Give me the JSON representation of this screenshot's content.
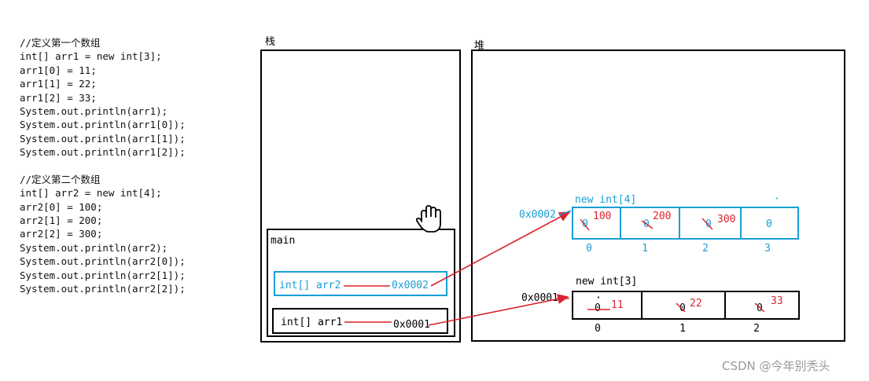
{
  "code": {
    "lines": [
      "//定义第一个数组",
      "int[] arr1 = new int[3];",
      "arr1[0] = 11;",
      "arr1[1] = 22;",
      "arr1[2] = 33;",
      "System.out.println(arr1);",
      "System.out.println(arr1[0]);",
      "System.out.println(arr1[1]);",
      "System.out.println(arr1[2]);",
      "",
      "//定义第二个数组",
      "int[] arr2 = new int[4];",
      "arr2[0] = 100;",
      "arr2[1] = 200;",
      "arr2[2] = 300;",
      "System.out.println(arr2);",
      "System.out.println(arr2[0]);",
      "System.out.println(arr2[1]);",
      "System.out.println(arr2[2]);"
    ]
  },
  "stack": {
    "title": "栈",
    "frame_label": "main",
    "var_arr2": {
      "name": "int[] arr2",
      "addr": "0x0002"
    },
    "var_arr1": {
      "name": "int[] arr1",
      "addr": "0x0001"
    }
  },
  "heap": {
    "title": "堆",
    "array4": {
      "label": "new int[4]",
      "addr": "0x0002",
      "initial": [
        "0",
        "0",
        "0",
        "0"
      ],
      "assigned": [
        "100",
        "200",
        "300",
        ""
      ],
      "indices": [
        "0",
        "1",
        "2",
        "3"
      ]
    },
    "array3": {
      "label": "new int[3]",
      "addr": "0x0001",
      "initial": [
        "0",
        "0",
        "0"
      ],
      "assigned": [
        "11",
        "22",
        "33"
      ],
      "indices": [
        "0",
        "1",
        "2"
      ]
    }
  },
  "colors": {
    "red": "#d9232e",
    "blue": "#1a9ed6",
    "black": "#000000"
  },
  "watermark": "CSDN @今年别秃头"
}
